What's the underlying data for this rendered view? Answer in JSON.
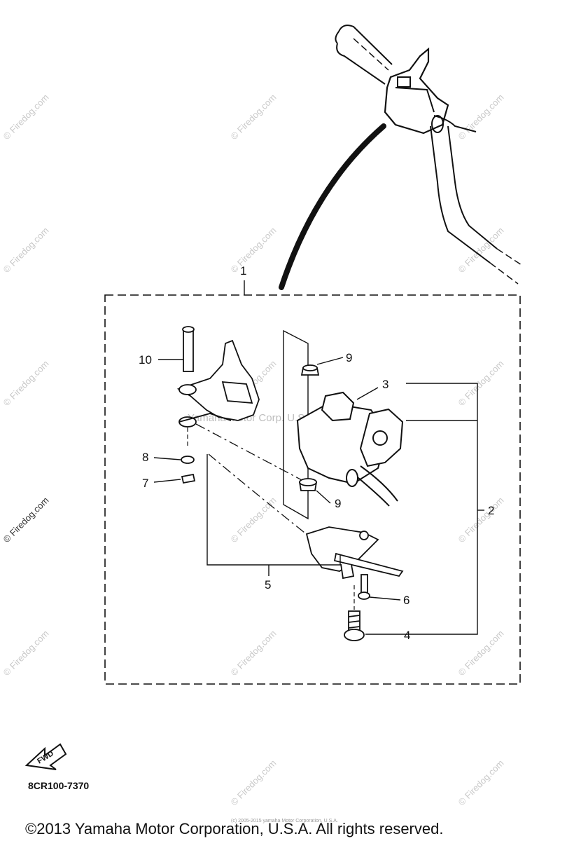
{
  "callouts": {
    "c1": "1",
    "c2": "2",
    "c3": "3",
    "c4": "4",
    "c5": "5",
    "c6": "6",
    "c7": "7",
    "c8": "8",
    "c9a": "9",
    "c9b": "9",
    "c10": "10"
  },
  "watermark": {
    "site": "© Firedog.com",
    "center": "Yamaha Motor Corp. U.S.A.",
    "fine_print": "(c) 2005-2015 yamaha Motor Corporation, U.S.A."
  },
  "fwd_label": "FWD",
  "diagram_code": "8CR100-7370",
  "copyright": "©2013 Yamaha Motor Corporation, U.S.A. All rights reserved."
}
